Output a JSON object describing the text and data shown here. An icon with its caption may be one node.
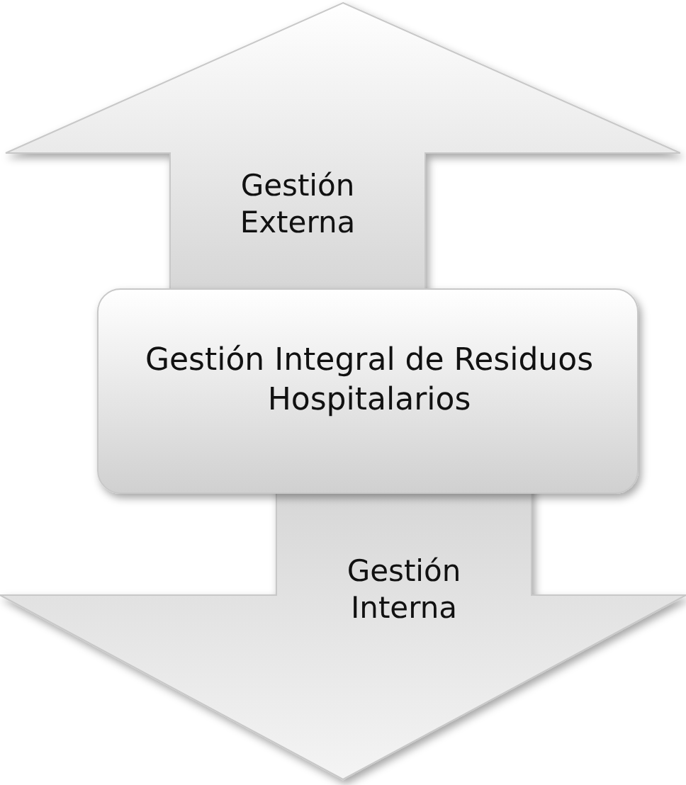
{
  "diagram": {
    "nodes": [
      {
        "text": [
          "Gestión Externa"
        ]
      },
      {
        "text": [
          "Gestión Integral de Residuos Hospitalarios"
        ]
      },
      {
        "text": [
          "Gestión Interna"
        ]
      }
    ]
  }
}
